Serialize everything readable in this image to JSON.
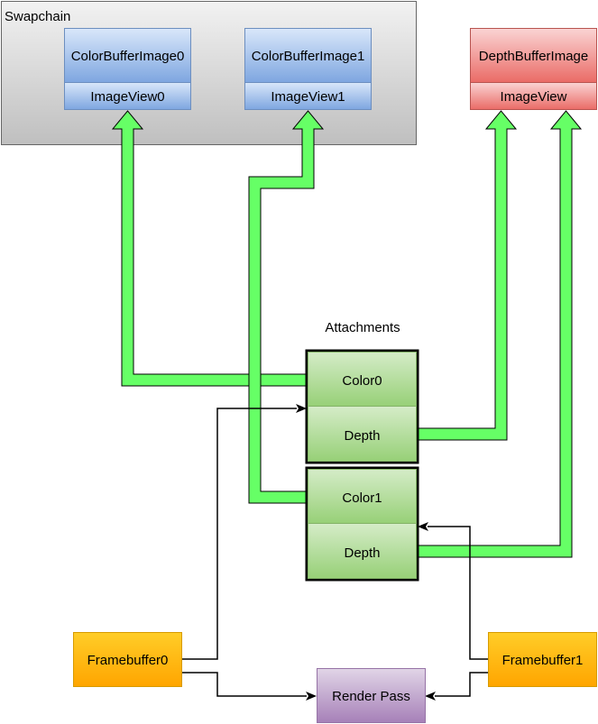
{
  "swapchain": {
    "label": "Swapchain"
  },
  "color_images": [
    {
      "image": "ColorBufferImage0",
      "view": "ImageView0"
    },
    {
      "image": "ColorBufferImage1",
      "view": "ImageView1"
    }
  ],
  "depth_image": {
    "image": "DepthBufferImage",
    "view": "ImageView"
  },
  "attachments": {
    "title": "Attachments",
    "sets": [
      {
        "color": "Color0",
        "depth": "Depth"
      },
      {
        "color": "Color1",
        "depth": "Depth"
      }
    ]
  },
  "framebuffers": [
    {
      "label": "Framebuffer0"
    },
    {
      "label": "Framebuffer1"
    }
  ],
  "render_pass": {
    "label": "Render Pass"
  },
  "colors": {
    "arrow_fill": "#66FF66",
    "swapchain_fill": "#EDEDED",
    "color_image_fill": "#B7D1F1",
    "depth_image_fill": "#F5A3A3",
    "attachment_fill": "#A9DB8E",
    "framebuffer_fill": "#FFB800",
    "render_pass_fill": "#B9A6CC"
  }
}
